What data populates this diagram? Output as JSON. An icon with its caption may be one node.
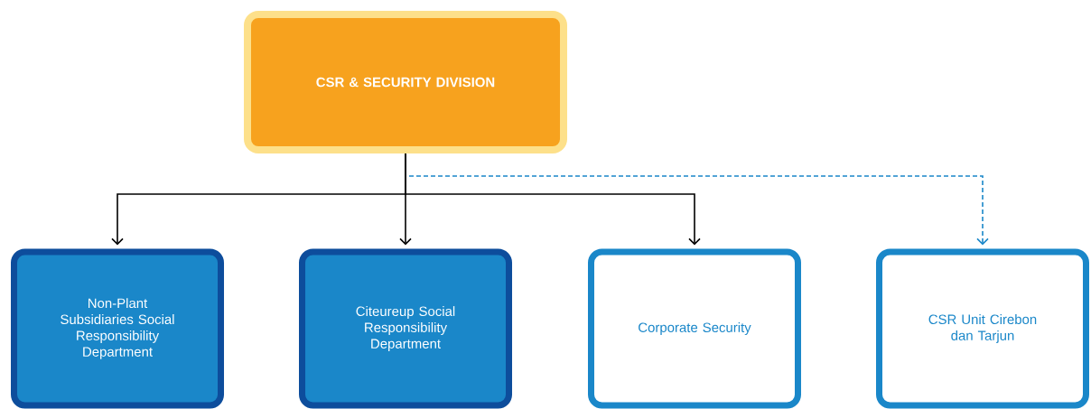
{
  "diagram": {
    "nodes": [
      {
        "text": [
          "CSR & SECURITY DIVISION"
        ]
      },
      {
        "text": [
          "Non-Plant Subsidiaries Social Responsibility Department"
        ]
      },
      {
        "text": [
          "Citeureup Social Responsibility Department"
        ]
      },
      {
        "text": [
          "Corporate Security"
        ]
      },
      {
        "text": [
          "CSR Unit Cirebon dan Tarjun"
        ]
      }
    ],
    "edges": [
      {
        "from": 0,
        "to": 1,
        "arrow": "to"
      },
      {
        "from": 0,
        "to": 2,
        "arrow": "to"
      },
      {
        "from": 0,
        "to": 3,
        "arrow": "to"
      },
      {
        "from": 0,
        "to": 4,
        "arrow": "to",
        "style": "dashed",
        "color": "#1a87c9"
      }
    ]
  }
}
